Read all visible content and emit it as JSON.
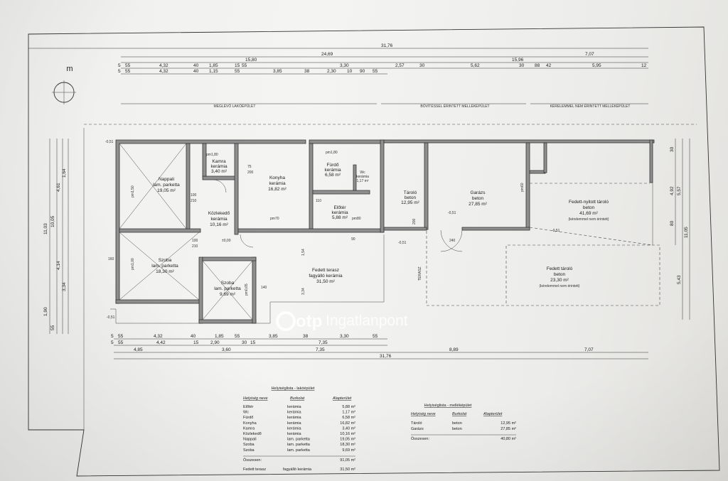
{
  "orientation_mark": "m",
  "sections": {
    "existing": "MEGLÉVŐ LAKÓÉPÜLET",
    "extension": "BŐVÍTÉSSEL ÉRINTETT MELLÉKÉPÜLET",
    "untouched": "KÉRELEMMEL NEM ÉRINTETT MELLÉKÉPÜLET"
  },
  "top_dims": {
    "total": "31,76",
    "row1": [
      "24,69",
      "7,07"
    ],
    "row2": [
      "15,80",
      "15,96"
    ],
    "row3": [
      "5",
      "55",
      "4,32",
      "40",
      "1,85",
      "15",
      "55",
      "3,30",
      "2,57",
      "30",
      "5,62",
      "30",
      "88",
      "42",
      "5,95",
      "12"
    ],
    "row4": [
      "5",
      "55",
      "4,32",
      "40",
      "1,15",
      "55",
      "3,85",
      "38",
      "2,30",
      "10",
      "90",
      "55"
    ]
  },
  "bottom_dims": {
    "row1": [
      "5",
      "55",
      "4,32",
      "40",
      "1,85",
      "55",
      "3,85",
      "38",
      "3,30",
      "55"
    ],
    "row2": [
      "5",
      "55",
      "4,42",
      "15",
      "2,90",
      "30",
      "15",
      "7,35"
    ],
    "row3": [
      "4,85",
      "3,60",
      "7,35",
      "8,89",
      "7,07"
    ],
    "total": "31,76"
  },
  "left_dims": [
    "11,03",
    "10,05",
    "4,61",
    "1,64",
    "4,14",
    "3,34",
    "1,90",
    "55"
  ],
  "right_dims": [
    "4,92",
    "5,57",
    "11,05",
    "5,43",
    "30",
    "80"
  ],
  "rooms": {
    "nappali": [
      "Nappali",
      "lam. parketta",
      "19,05 m²"
    ],
    "kamra": [
      "Kamra",
      "kerámia",
      "3,40 m²"
    ],
    "konyha": [
      "Konyha",
      "kerámia",
      "16,82 m²"
    ],
    "furdo": [
      "Fürdő",
      "kerámia",
      "6,58 m²"
    ],
    "wc": [
      "Wc",
      "kerámia",
      "1,17 m²"
    ],
    "eloter": [
      "Előtér",
      "kerámia",
      "5,88 m²"
    ],
    "kozlekedo": [
      "Közlekedő",
      "kerámia",
      "10,16 m²"
    ],
    "szoba1": [
      "Szoba",
      "lam. parketta",
      "18,30 m²"
    ],
    "szoba2": [
      "Szoba",
      "lam. parketta",
      "9,69 m²"
    ],
    "terasz": [
      "Fedett terasz",
      "fagyálló kerámia",
      "31,50 m²"
    ],
    "taroló": [
      "Tároló",
      "beton",
      "12,95 m²"
    ],
    "garazs": [
      "Garázs",
      "beton",
      "27,85 m²"
    ],
    "nyitott": [
      "Fedett-nyitott tároló",
      "beton",
      "41,69 m²",
      "(kérelemmel nem érintett)"
    ],
    "fedett_tarolo": [
      "Fedett tároló",
      "beton",
      "23,30 m²",
      "(kérelemmel nem érintett)"
    ]
  },
  "plan_labels": {
    "pm180": "pm1,80",
    "pm180b": "pm1,80",
    "pm70": "pm70",
    "pm80": "pm80",
    "pm60": "pm60",
    "pm150": "pm1,50",
    "pm100": "pm1,00",
    "pm65": "pm0,65",
    "lev1": "-0,51",
    "lev2": "±0,00",
    "lev3": "-0,51",
    "lev4": "-0,51",
    "lev5": "-0,51",
    "lev6": "-0,51",
    "terasz_label": "TERASZ",
    "d100a": "100",
    "d210a": "210",
    "d100b": "100",
    "d210b": "210",
    "d75": "75",
    "d200": "200",
    "d110": "110",
    "d240": "240",
    "d90": "90",
    "d200b": "200",
    "d160": "160",
    "d140": "140",
    "d154": "1,54",
    "d334": "3,34"
  },
  "watermark": {
    "brand": "otp",
    "sub": "Ingatlanpont"
  },
  "table1": {
    "title": "Helyiséglista - lakóépület",
    "headers": [
      "Helyiség neve",
      "Burkolat",
      "Alapterület"
    ],
    "rows": [
      [
        "Előtér",
        "kerámia",
        "5,88 m²"
      ],
      [
        "Wc",
        "kerámia",
        "1,17 m²"
      ],
      [
        "Fürdő",
        "kerámia",
        "6,58 m²"
      ],
      [
        "Konyha",
        "kerámia",
        "16,82 m²"
      ],
      [
        "Kamra",
        "kerámia",
        "3,40 m²"
      ],
      [
        "Közlekedő",
        "kerámia",
        "10,16 m²"
      ],
      [
        "Nappali",
        "lam. parketta",
        "19,05 m²"
      ],
      [
        "Szoba",
        "lam. parketta",
        "18,30 m²"
      ],
      [
        "Szoba",
        "lam. parketta",
        "9,69 m²"
      ]
    ],
    "total_label": "Összesen:",
    "total_value": "91,05 m²",
    "extra_name": "Fedett terasz",
    "extra_floor": "fagyálló kerámia",
    "extra_area": "31,50 m²"
  },
  "table2": {
    "title": "Helyiséglista - melléképület",
    "headers": [
      "Helyiség neve",
      "Burkolat",
      "Alapterület"
    ],
    "rows": [
      [
        "Tároló",
        "beton",
        "12,95 m²"
      ],
      [
        "Garázs",
        "beton",
        "27,85 m²"
      ]
    ],
    "total_label": "Összesen:",
    "total_value": "40,80 m²"
  },
  "colors": {
    "paper": "#f1f1ef",
    "wall": "#8f8f8f",
    "line": "#333333"
  }
}
